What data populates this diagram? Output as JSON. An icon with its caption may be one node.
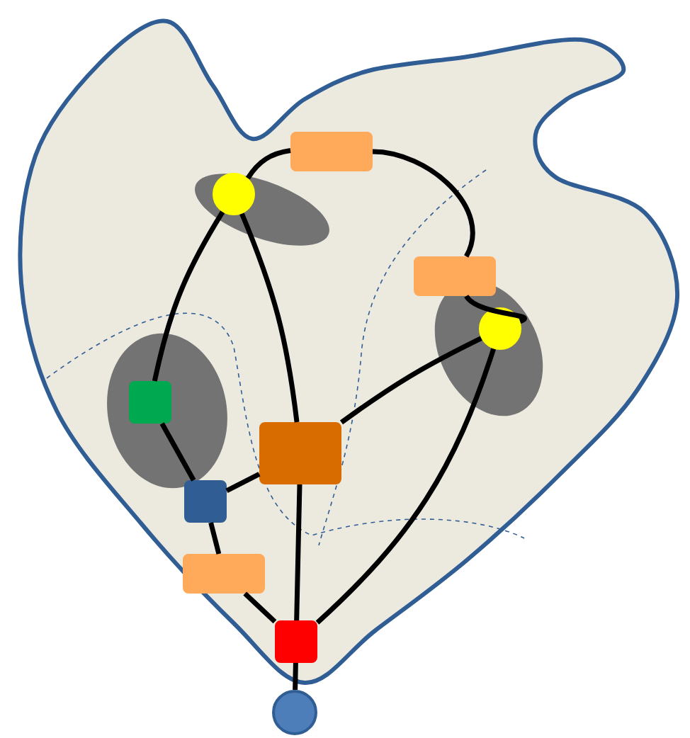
{
  "diagram": {
    "nodes": [
      {
        "text": [],
        "shape": "circle"
      },
      {
        "text": [],
        "shape": "box"
      },
      {
        "text": [],
        "shape": "box"
      },
      {
        "text": [],
        "shape": "circle"
      },
      {
        "text": [],
        "shape": "box"
      },
      {
        "text": [],
        "shape": "box"
      },
      {
        "text": [],
        "shape": "box"
      },
      {
        "text": [],
        "shape": "box"
      },
      {
        "text": [],
        "shape": "box"
      },
      {
        "text": [],
        "shape": "circle"
      }
    ],
    "edges": [
      {
        "from": 0,
        "to": 1,
        "arrow": "none"
      },
      {
        "from": 1,
        "to": 2,
        "arrow": "none"
      },
      {
        "from": 2,
        "to": 3,
        "arrow": "none"
      },
      {
        "from": 0,
        "to": 4,
        "arrow": "none"
      },
      {
        "from": 0,
        "to": 5,
        "arrow": "none"
      },
      {
        "from": 4,
        "to": 6,
        "arrow": "none"
      },
      {
        "from": 6,
        "to": 5,
        "arrow": "none"
      },
      {
        "from": 5,
        "to": 3,
        "arrow": "none"
      },
      {
        "from": 5,
        "to": 8,
        "arrow": "none"
      },
      {
        "from": 6,
        "to": 7,
        "arrow": "none"
      },
      {
        "from": 7,
        "to": 8,
        "arrow": "none"
      },
      {
        "from": 3,
        "to": 8,
        "arrow": "none"
      },
      {
        "from": 8,
        "to": 9,
        "arrow": "none"
      }
    ]
  }
}
